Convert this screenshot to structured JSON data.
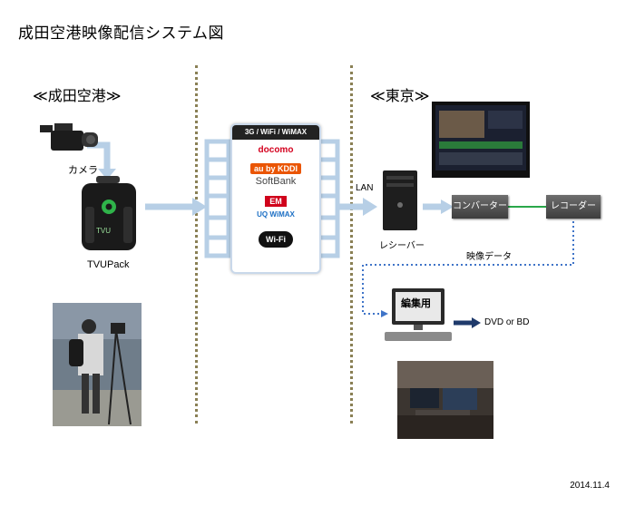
{
  "title": "成田空港映像配信システム図",
  "sections": {
    "left": "≪成田空港≫",
    "right": "≪東京≫"
  },
  "labels": {
    "camera": "カメラ",
    "tvupack": "TVUPack",
    "lan": "LAN",
    "receiver": "レシーバー",
    "converter": "コンバーター",
    "recorder": "レコーダー",
    "video_data": "映像データ",
    "edit_pc": "編集用",
    "output": "DVD or BD",
    "device_brand": "TVU",
    "date": "2014.11.4"
  },
  "network": {
    "header": "3G / WiFi / WiMAX",
    "carriers": [
      "docomo",
      "au by KDDI",
      "SoftBank",
      "EM",
      "UQ WiMAX",
      "Wi-Fi"
    ]
  },
  "colors": {
    "arrow": "#b7cfe6",
    "dotted_link": "#3f74c8",
    "green_link": "#2aa84a",
    "divider": "#8a8055",
    "navy_arrow": "#1f3a6b"
  }
}
